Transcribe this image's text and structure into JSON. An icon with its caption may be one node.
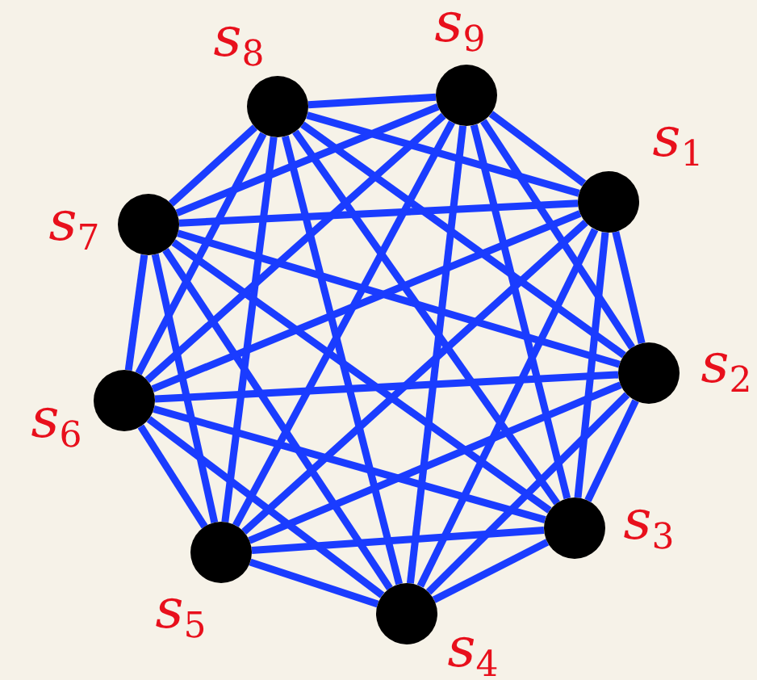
{
  "diagram": {
    "nodes": [
      {
        "text": [],
        "shape": "circle",
        "beside": [
          "s$_{1}$"
        ]
      },
      {
        "text": [],
        "shape": "circle",
        "beside": [
          "s$_{2}$"
        ]
      },
      {
        "text": [],
        "shape": "circle",
        "beside": [
          "s$_{3}$"
        ]
      },
      {
        "text": [],
        "shape": "circle",
        "beside": [
          "s$_{4}$"
        ]
      },
      {
        "text": [],
        "shape": "circle",
        "beside": [
          "s$_{5}$"
        ]
      },
      {
        "text": [],
        "shape": "circle",
        "beside": [
          "s$_{6}$"
        ]
      },
      {
        "text": [],
        "shape": "circle",
        "beside": [
          "s$_{7}$"
        ]
      },
      {
        "text": [],
        "shape": "circle",
        "beside": [
          "s$_{8}$"
        ]
      },
      {
        "text": [],
        "shape": "circle",
        "beside": [
          "s$_{9}$"
        ]
      }
    ],
    "edges": [
      {
        "from": 0,
        "to": 1,
        "arrow": "none"
      },
      {
        "from": 0,
        "to": 2,
        "arrow": "none"
      },
      {
        "from": 0,
        "to": 3,
        "arrow": "none"
      },
      {
        "from": 0,
        "to": 4,
        "arrow": "none"
      },
      {
        "from": 0,
        "to": 5,
        "arrow": "none"
      },
      {
        "from": 0,
        "to": 6,
        "arrow": "none"
      },
      {
        "from": 0,
        "to": 7,
        "arrow": "none"
      },
      {
        "from": 0,
        "to": 8,
        "arrow": "none"
      },
      {
        "from": 1,
        "to": 2,
        "arrow": "none"
      },
      {
        "from": 1,
        "to": 3,
        "arrow": "none"
      },
      {
        "from": 1,
        "to": 4,
        "arrow": "none"
      },
      {
        "from": 1,
        "to": 5,
        "arrow": "none"
      },
      {
        "from": 1,
        "to": 6,
        "arrow": "none"
      },
      {
        "from": 1,
        "to": 7,
        "arrow": "none"
      },
      {
        "from": 1,
        "to": 8,
        "arrow": "none"
      },
      {
        "from": 2,
        "to": 3,
        "arrow": "none"
      },
      {
        "from": 2,
        "to": 4,
        "arrow": "none"
      },
      {
        "from": 2,
        "to": 5,
        "arrow": "none"
      },
      {
        "from": 2,
        "to": 6,
        "arrow": "none"
      },
      {
        "from": 2,
        "to": 7,
        "arrow": "none"
      },
      {
        "from": 2,
        "to": 8,
        "arrow": "none"
      },
      {
        "from": 3,
        "to": 4,
        "arrow": "none"
      },
      {
        "from": 3,
        "to": 5,
        "arrow": "none"
      },
      {
        "from": 3,
        "to": 6,
        "arrow": "none"
      },
      {
        "from": 3,
        "to": 7,
        "arrow": "none"
      },
      {
        "from": 3,
        "to": 8,
        "arrow": "none"
      },
      {
        "from": 4,
        "to": 5,
        "arrow": "none"
      },
      {
        "from": 4,
        "to": 6,
        "arrow": "none"
      },
      {
        "from": 4,
        "to": 7,
        "arrow": "none"
      },
      {
        "from": 4,
        "to": 8,
        "arrow": "none"
      },
      {
        "from": 5,
        "to": 6,
        "arrow": "none"
      },
      {
        "from": 5,
        "to": 7,
        "arrow": "none"
      },
      {
        "from": 5,
        "to": 8,
        "arrow": "none"
      },
      {
        "from": 6,
        "to": 7,
        "arrow": "none"
      },
      {
        "from": 6,
        "to": 8,
        "arrow": "none"
      },
      {
        "from": 7,
        "to": 8,
        "arrow": "none"
      }
    ]
  }
}
